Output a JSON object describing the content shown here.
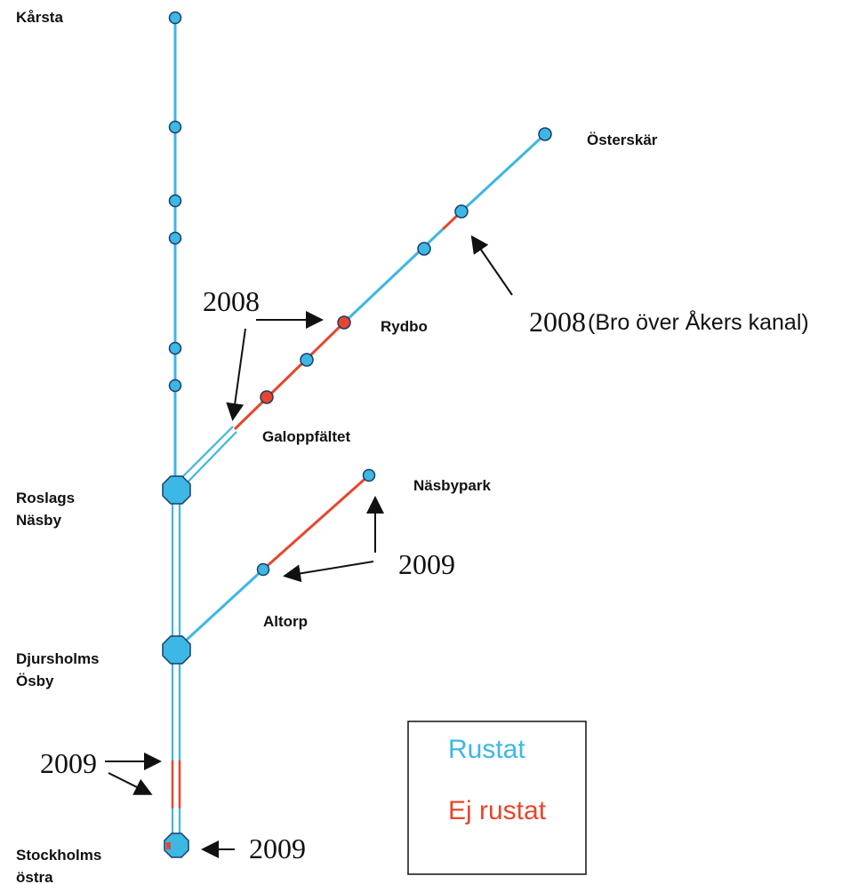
{
  "colors": {
    "renovated": "#3db7e4",
    "not_renovated": "#e8452c",
    "station_stroke": "#1a3d6a",
    "ink": "#111111"
  },
  "stations": {
    "karsta": "Kårsta",
    "osterskar": "Österskär",
    "rydbo": "Rydbo",
    "galoppfaltet": "Galoppfältet",
    "roslags_nasby_1": "Roslags",
    "roslags_nasby_2": "Näsby",
    "nasbypark": "Näsbypark",
    "altorp": "Altorp",
    "djursholms_osby_1": "Djursholms",
    "djursholms_osby_2": "Ösby",
    "stockholms_ostra_1": "Stockholms",
    "stockholms_ostra_2": "östra"
  },
  "annotations": {
    "year_2008_a": "2008",
    "year_2008_b": "2008",
    "bridge_note": "(Bro över Åkers kanal)",
    "year_2009_a": "2009",
    "year_2009_b": "2009",
    "year_2009_c": "2009"
  },
  "legend": {
    "renovated_label": "Rustat",
    "not_renovated_label": "Ej rustat"
  },
  "icons": {
    "small_station": "circle-icon",
    "major_station": "octagon-icon",
    "arrow": "arrow-icon"
  }
}
